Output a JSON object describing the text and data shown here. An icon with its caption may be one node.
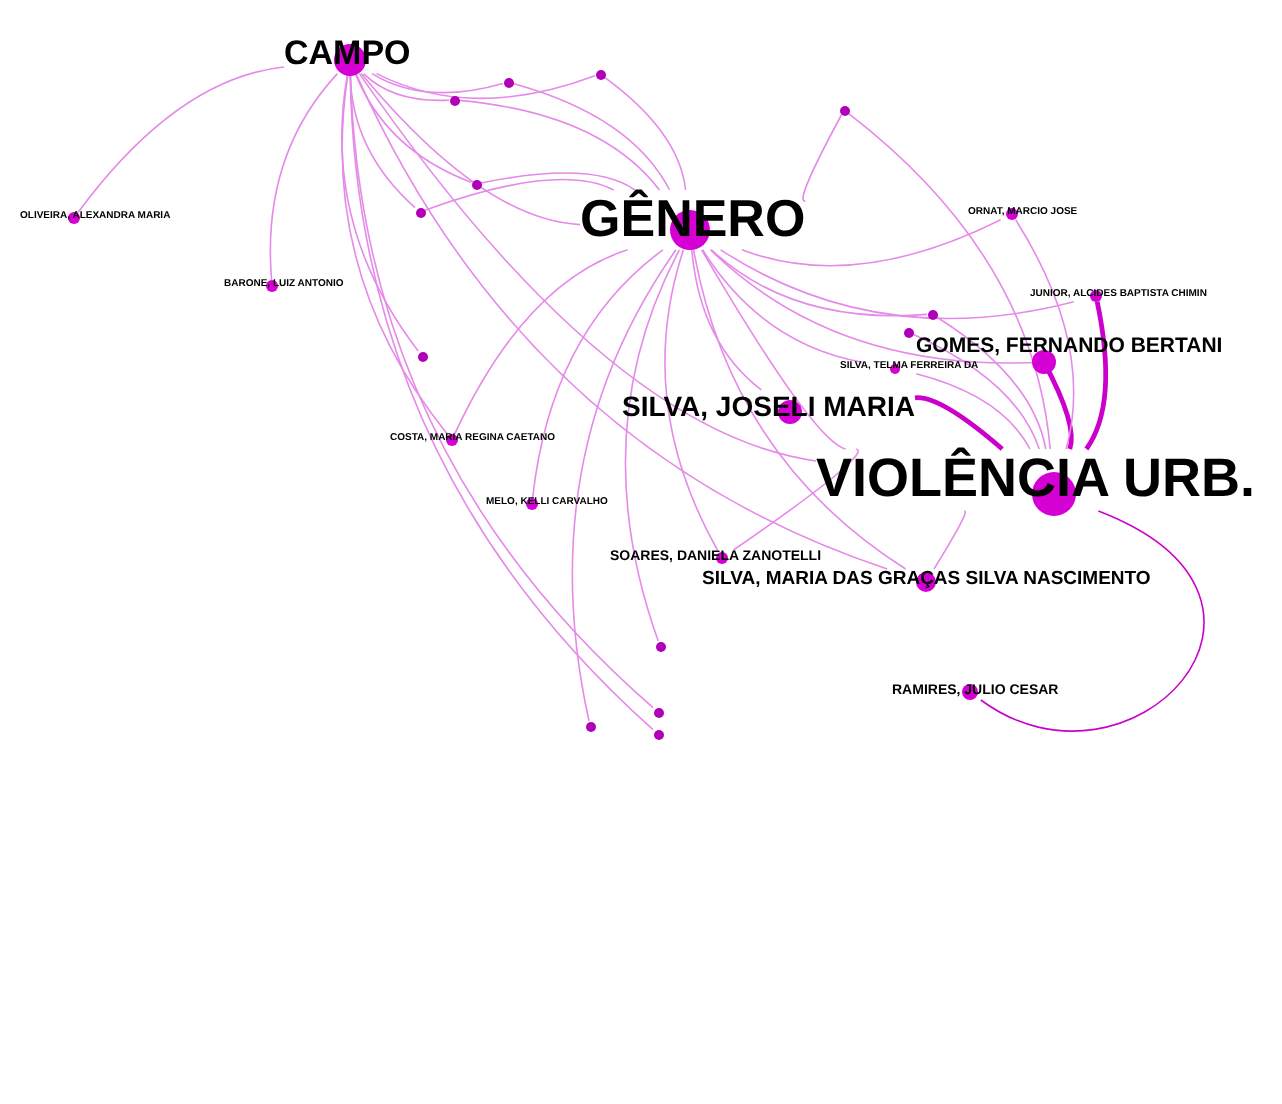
{
  "diagram": {
    "nodes": [
      {
        "text": [
          "CAMPO"
        ]
      },
      {
        "text": [
          "GÊNERO"
        ]
      },
      {
        "text": [
          "VIOLÊNCIA URB."
        ]
      },
      {
        "text": [
          "SILVA, JOSELI MARIA"
        ]
      },
      {
        "text": [
          "GOMES, FERNANDO BERTANI"
        ]
      },
      {
        "text": [
          "SILVA, MARIA DAS GRAÇAS SILVA NASCIMENTO"
        ]
      },
      {
        "text": [
          "SOARES, DANIELA ZANOTELLI"
        ]
      },
      {
        "text": [
          "RAMIRES, JULIO CESAR"
        ]
      },
      {
        "text": [
          "OLIVEIRA, ALEXANDRA MARIA"
        ]
      },
      {
        "text": [
          "BARONE, LUIZ ANTONIO"
        ]
      },
      {
        "text": [
          "COSTA, MARIA REGINA CAETANO"
        ]
      },
      {
        "text": [
          "MELO, KELLI CARVALHO"
        ]
      },
      {
        "text": [
          "ORNAT, MARCIO JOSE"
        ]
      },
      {
        "text": [
          "JUNIOR, ALCIDES BAPTISTA CHIMIN"
        ]
      },
      {
        "text": [
          "SILVA, TELMA FERREIRA DA"
        ]
      },
      {
        "text": [],
        "shape": "circle"
      },
      {
        "text": [],
        "shape": "circle"
      },
      {
        "text": [],
        "shape": "circle"
      },
      {
        "text": [],
        "shape": "circle"
      },
      {
        "text": [],
        "shape": "circle"
      },
      {
        "text": [],
        "shape": "circle"
      },
      {
        "text": [],
        "shape": "circle"
      },
      {
        "text": [],
        "shape": "circle"
      },
      {
        "text": [],
        "shape": "circle"
      },
      {
        "text": [],
        "shape": "circle"
      },
      {
        "text": [],
        "shape": "circle"
      },
      {
        "text": [],
        "shape": "circle"
      },
      {
        "text": [],
        "shape": "circle"
      }
    ],
    "edges": [
      {
        "from": 0,
        "to": 1,
        "arrow": "none"
      },
      {
        "from": 0,
        "to": 2,
        "arrow": "none"
      },
      {
        "from": 0,
        "to": 8,
        "arrow": "none"
      },
      {
        "from": 0,
        "to": 9,
        "arrow": "none"
      },
      {
        "from": 0,
        "to": 10,
        "arrow": "none"
      },
      {
        "from": 0,
        "to": 15,
        "arrow": "none"
      },
      {
        "from": 0,
        "to": 16,
        "arrow": "none"
      },
      {
        "from": 0,
        "to": 17,
        "arrow": "none"
      },
      {
        "from": 0,
        "to": 18,
        "arrow": "none"
      },
      {
        "from": 0,
        "to": 19,
        "arrow": "none"
      },
      {
        "from": 0,
        "to": 20,
        "arrow": "none"
      },
      {
        "from": 0,
        "to": 25,
        "arrow": "none"
      },
      {
        "from": 0,
        "to": 27,
        "arrow": "none"
      },
      {
        "from": 0,
        "to": 5,
        "arrow": "none"
      },
      {
        "from": 1,
        "to": 2,
        "arrow": "none"
      },
      {
        "from": 1,
        "to": 3,
        "arrow": "none"
      },
      {
        "from": 1,
        "to": 4,
        "arrow": "none"
      },
      {
        "from": 1,
        "to": 5,
        "arrow": "none"
      },
      {
        "from": 1,
        "to": 6,
        "arrow": "none"
      },
      {
        "from": 1,
        "to": 10,
        "arrow": "none"
      },
      {
        "from": 1,
        "to": 11,
        "arrow": "none"
      },
      {
        "from": 1,
        "to": 12,
        "arrow": "none"
      },
      {
        "from": 1,
        "to": 13,
        "arrow": "none"
      },
      {
        "from": 1,
        "to": 14,
        "arrow": "none"
      },
      {
        "from": 1,
        "to": 15,
        "arrow": "none"
      },
      {
        "from": 1,
        "to": 16,
        "arrow": "none"
      },
      {
        "from": 1,
        "to": 17,
        "arrow": "none"
      },
      {
        "from": 1,
        "to": 18,
        "arrow": "none"
      },
      {
        "from": 1,
        "to": 19,
        "arrow": "none"
      },
      {
        "from": 1,
        "to": 21,
        "arrow": "none"
      },
      {
        "from": 1,
        "to": 22,
        "arrow": "none"
      },
      {
        "from": 1,
        "to": 24,
        "arrow": "none"
      },
      {
        "from": 1,
        "to": 26,
        "arrow": "none"
      },
      {
        "from": 2,
        "to": 3,
        "arrow": "none",
        "style": "thick",
        "color": "#cc00cc"
      },
      {
        "from": 2,
        "to": 4,
        "arrow": "none",
        "style": "thick",
        "color": "#cc00cc"
      },
      {
        "from": 2,
        "to": 5,
        "arrow": "none"
      },
      {
        "from": 2,
        "to": 7,
        "arrow": "none",
        "color": "#cc00cc"
      },
      {
        "from": 2,
        "to": 13,
        "arrow": "none",
        "style": "thick",
        "color": "#cc00cc"
      },
      {
        "from": 2,
        "to": 12,
        "arrow": "none"
      },
      {
        "from": 2,
        "to": 6,
        "arrow": "none"
      },
      {
        "from": 2,
        "to": 14,
        "arrow": "none"
      },
      {
        "from": 2,
        "to": 21,
        "arrow": "none"
      },
      {
        "from": 2,
        "to": 22,
        "arrow": "none"
      },
      {
        "from": 2,
        "to": 23,
        "arrow": "none"
      }
    ]
  }
}
